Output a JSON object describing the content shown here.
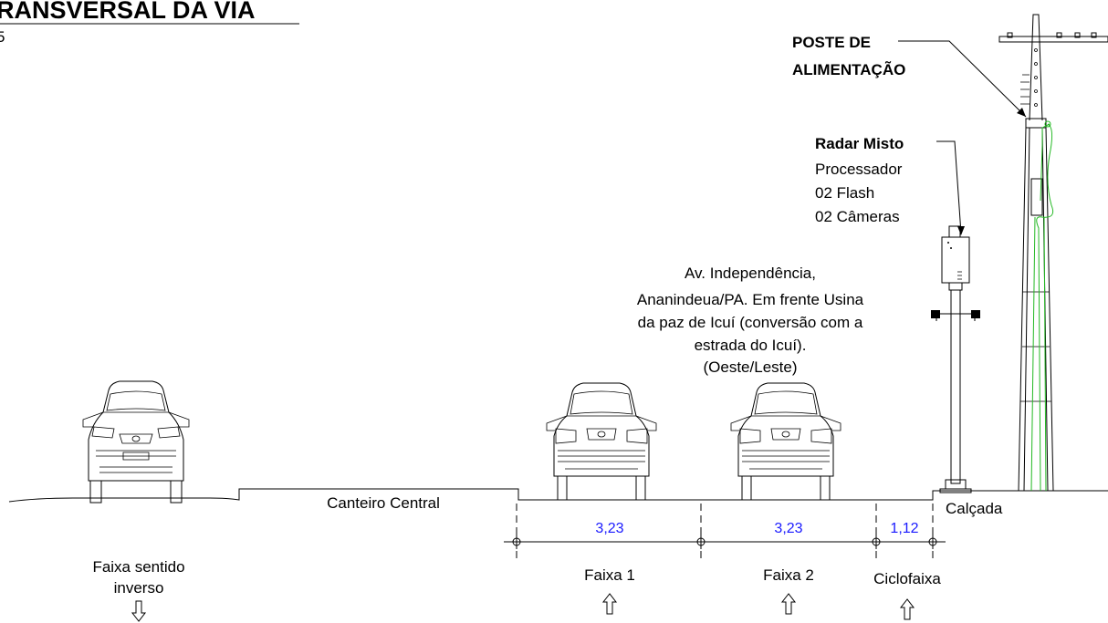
{
  "title": "RANSVERSAL DA VIA",
  "subtitle": "5",
  "labels": {
    "poste_line1": "POSTE DE",
    "poste_line2": "ALIMENTAÇÃO",
    "radar_title": "Radar Misto",
    "radar_items": [
      "Processador",
      "02 Flash",
      "02 Câmeras"
    ],
    "location": [
      "Av. Independência,",
      "Ananindeua/PA. Em frente Usina",
      "da paz de Icuí (conversão com a",
      "estrada do Icuí).",
      "(Oeste/Leste)"
    ],
    "canteiro": "Canteiro Central",
    "calcada": "Calçada",
    "faixa_inverso": [
      "Faixa sentido",
      "inverso"
    ],
    "faixa1": "Faixa 1",
    "faixa2": "Faixa 2",
    "ciclofaixa": "Ciclofaixa"
  },
  "dimensions": [
    "3,23",
    "3,23",
    "1,12"
  ],
  "icons": {
    "arrow_down": "hollow-arrow-down-icon",
    "arrow_up": "hollow-arrow-up-icon",
    "car_front": "car-front-icon",
    "car_rear": "car-rear-icon",
    "radar": "radar-device-icon",
    "pole": "power-pole-icon"
  },
  "colors": {
    "dimension_text": "#1a1aff",
    "cable": "#22b822",
    "lines": "#000000"
  }
}
